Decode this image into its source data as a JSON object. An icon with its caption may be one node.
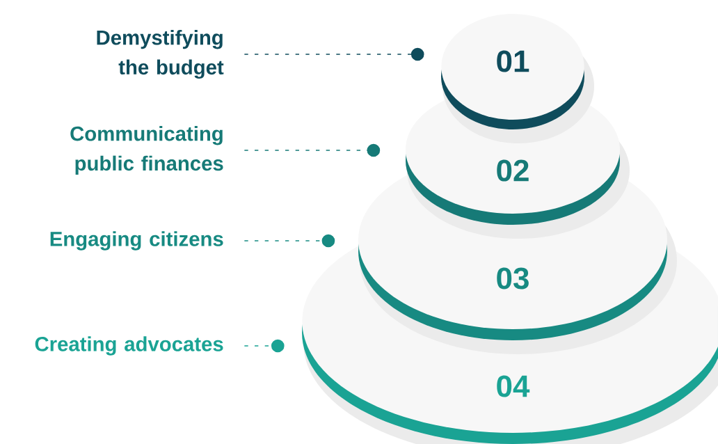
{
  "diagram": {
    "nodes": [
      {
        "text": [
          "Demystifying the budget"
        ]
      },
      {
        "text": [
          "01"
        ]
      },
      {
        "text": [
          "Communicating public finances"
        ]
      },
      {
        "text": [
          "02"
        ]
      },
      {
        "text": [
          "Engaging citizens"
        ]
      },
      {
        "text": [
          "03"
        ]
      },
      {
        "text": [
          "Creating advocates"
        ]
      },
      {
        "text": [
          "04"
        ]
      }
    ],
    "edges": [
      {
        "from": 0,
        "to": 1,
        "arrow": "other",
        "style": "dashed",
        "color": "#0f4c5c"
      },
      {
        "from": 2,
        "to": 3,
        "arrow": "other",
        "style": "dashed",
        "color": "#167a77"
      },
      {
        "from": 4,
        "to": 5,
        "arrow": "other",
        "style": "dashed",
        "color": "#178a82"
      },
      {
        "from": 6,
        "to": 7,
        "arrow": "other",
        "style": "dashed",
        "color": "#1aa394"
      }
    ]
  }
}
